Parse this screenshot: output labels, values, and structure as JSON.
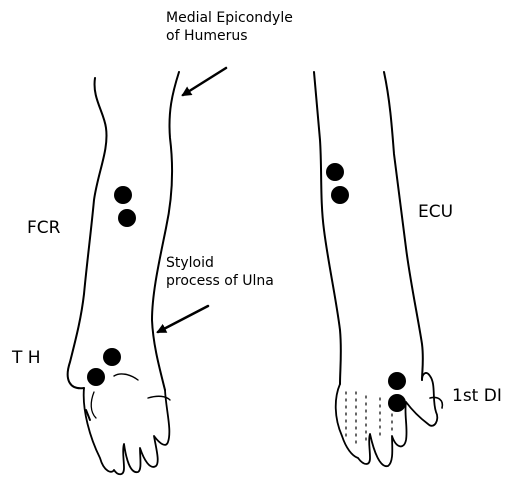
{
  "labels": {
    "medial_epicondyle_line1": "Medial Epicondyle",
    "medial_epicondyle_line2": "of Humerus",
    "fcr": "FCR",
    "styloid_line1": "Styloid",
    "styloid_line2": "process of Ulna",
    "th": "T H",
    "ecu": "ECU",
    "first_di": "1st DI"
  },
  "colors": {
    "ink": "#000000",
    "background": "#ffffff"
  }
}
